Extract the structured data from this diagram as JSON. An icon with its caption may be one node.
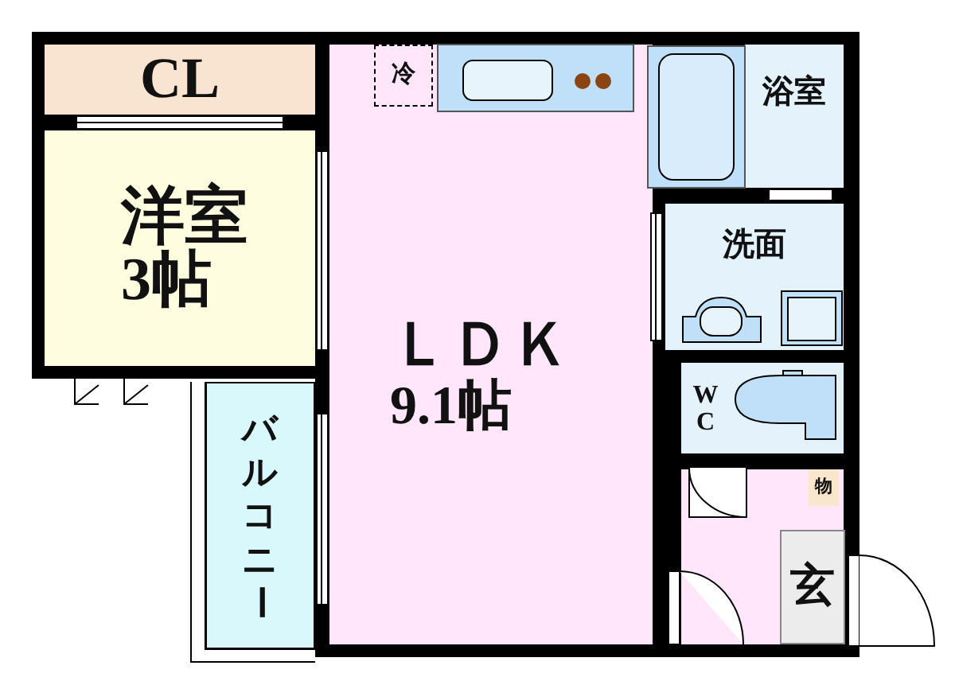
{
  "diagram": {
    "nodes": [
      {
        "text": [
          "CL"
        ]
      },
      {
        "text": [
          "洋室",
          "3帖"
        ]
      },
      {
        "text": [
          "ＬＤＫ",
          "9.1帖"
        ]
      },
      {
        "text": [
          "冷"
        ],
        "in": 2
      },
      {
        "text": [
          "浴室"
        ]
      },
      {
        "text": [
          "洗面"
        ]
      },
      {
        "text": [
          "WC"
        ]
      },
      {
        "text": [
          "物"
        ]
      },
      {
        "text": [
          "玄"
        ]
      },
      {
        "text": [
          "バルコニー"
        ]
      }
    ]
  }
}
